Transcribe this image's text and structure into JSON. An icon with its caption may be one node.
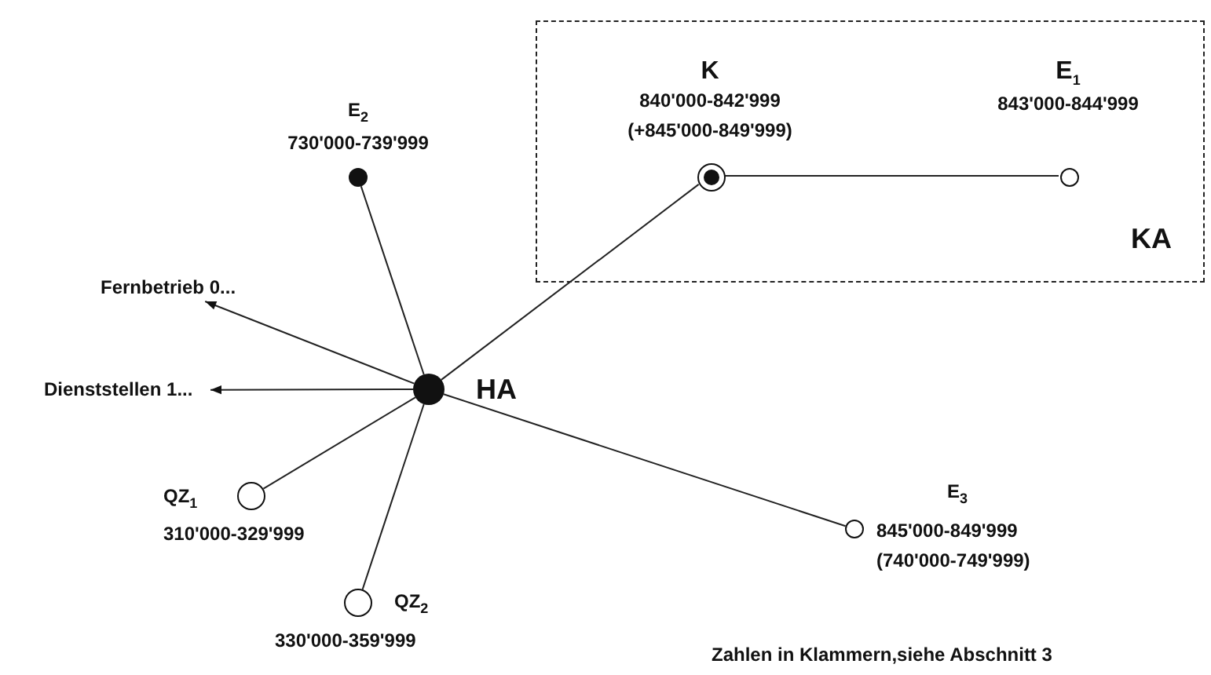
{
  "diagram": {
    "nodes": [
      {
        "text": [
          "KA"
        ]
      },
      {
        "text": [],
        "shape": "bullseye",
        "in": 0,
        "beside": [
          "K",
          "840'000-842'999",
          "(+845'000-849'999)"
        ]
      },
      {
        "text": [],
        "shape": "circle",
        "in": 0,
        "beside": [
          "E$_{1}$",
          "843'000-844'999"
        ]
      },
      {
        "text": [],
        "shape": "dot",
        "beside": [
          "E$_{2}$",
          "730'000-739'999"
        ]
      },
      {
        "text": [
          "Fernbetrieb 0..."
        ]
      },
      {
        "text": [],
        "shape": "dot",
        "beside": [
          "HA"
        ]
      },
      {
        "text": [
          "Dienststellen 1..."
        ]
      },
      {
        "text": [],
        "shape": "circle",
        "beside": [
          "QZ$_{1}$",
          "310'000-329'999"
        ]
      },
      {
        "text": [],
        "shape": "circle",
        "beside": [
          "QZ$_{2}$",
          "330'000-359'999"
        ]
      },
      {
        "text": [],
        "shape": "circle",
        "beside": [
          "E$_{3}$",
          "845'000-849'999",
          "(740'000-749'999)"
        ]
      }
    ],
    "edges": [
      {
        "from": 5,
        "to": 1,
        "arrow": "none"
      },
      {
        "from": 1,
        "to": 2,
        "arrow": "none"
      },
      {
        "from": 5,
        "to": 3,
        "arrow": "none"
      },
      {
        "from": 5,
        "to": 4,
        "arrow": "to"
      },
      {
        "from": 5,
        "to": 6,
        "arrow": "to"
      },
      {
        "from": 5,
        "to": 7,
        "arrow": "none"
      },
      {
        "from": 5,
        "to": 8,
        "arrow": "none"
      },
      {
        "from": 5,
        "to": 9,
        "arrow": "none"
      }
    ],
    "labels": [
      "Zahlen in Klammern,siehe Abschnitt 3"
    ]
  }
}
